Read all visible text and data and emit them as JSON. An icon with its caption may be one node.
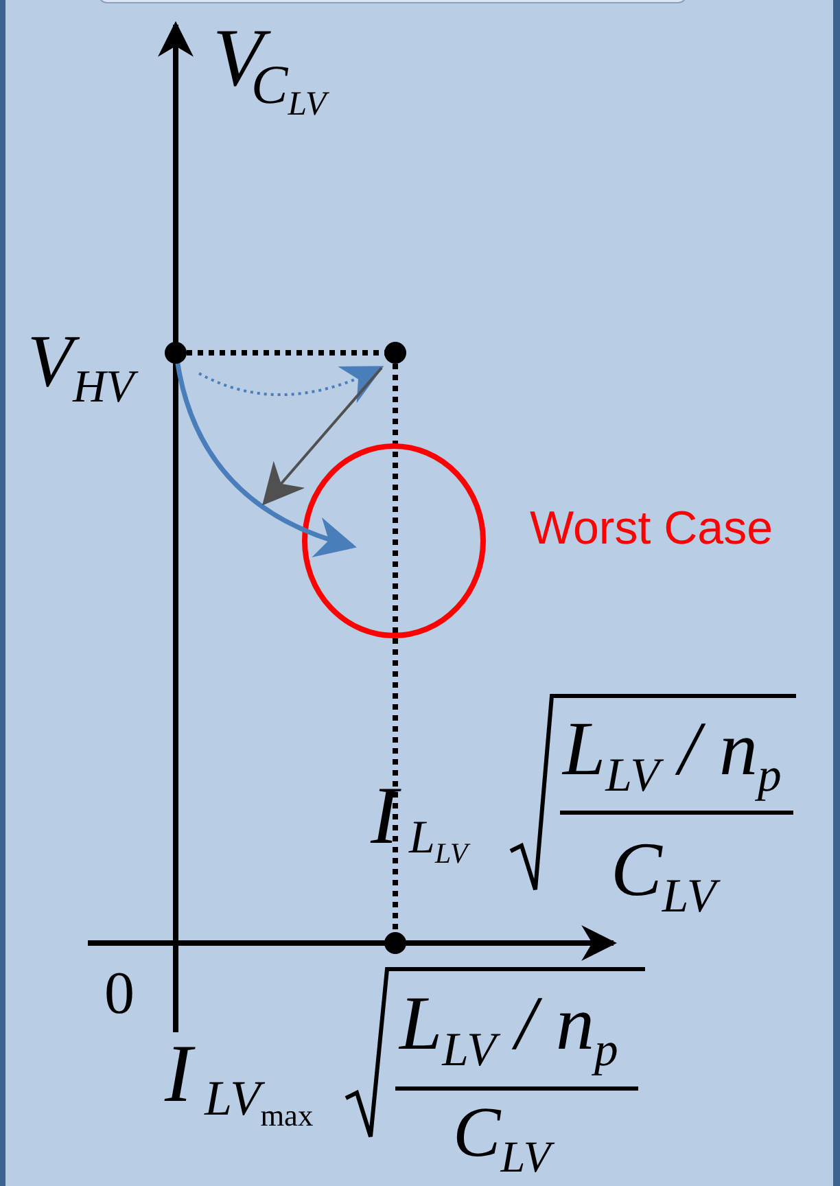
{
  "diagram": {
    "nodes": [
      {
        "text": [],
        "shape": "circle",
        "beside": [
          "Worst Case"
        ]
      }
    ],
    "labels": [
      "V",
      "C$_{LV}$",
      "V$_{HV}$",
      "I",
      "L$_{LV}$",
      "L$_{LV}$ / n$_{p}$",
      "C$_{LV}$",
      "0",
      "I",
      "LV$_{max}$",
      "L$_{LV}$ / n$_{p}$",
      "C$_{LV}$"
    ]
  }
}
